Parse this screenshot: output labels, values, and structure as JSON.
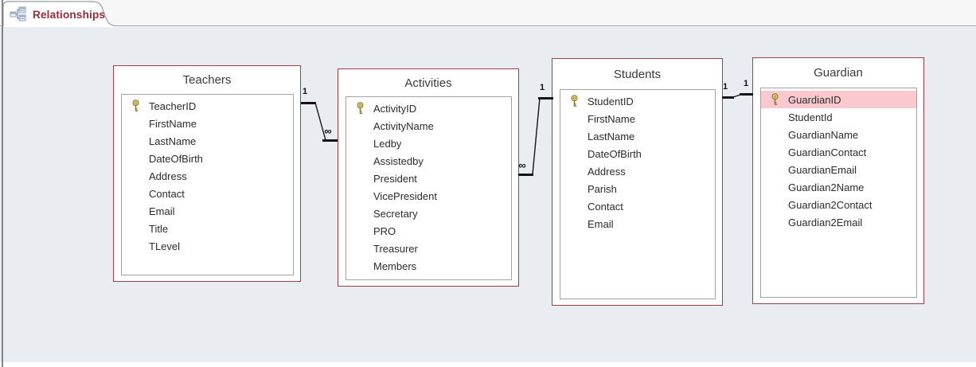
{
  "tab": {
    "title": "Relationships"
  },
  "tables": [
    {
      "name": "Teachers",
      "fields": [
        {
          "name": "TeacherID",
          "key": true
        },
        {
          "name": "FirstName"
        },
        {
          "name": "LastName"
        },
        {
          "name": "DateOfBirth"
        },
        {
          "name": "Address"
        },
        {
          "name": "Contact"
        },
        {
          "name": "Email"
        },
        {
          "name": "Title"
        },
        {
          "name": "TLevel"
        }
      ]
    },
    {
      "name": "Activities",
      "fields": [
        {
          "name": "ActivityID",
          "key": true
        },
        {
          "name": "ActivityName"
        },
        {
          "name": "Ledby"
        },
        {
          "name": "Assistedby"
        },
        {
          "name": "President"
        },
        {
          "name": "VicePresident"
        },
        {
          "name": "Secretary"
        },
        {
          "name": "PRO"
        },
        {
          "name": "Treasurer"
        },
        {
          "name": "Members"
        }
      ]
    },
    {
      "name": "Students",
      "fields": [
        {
          "name": "StudentID",
          "key": true
        },
        {
          "name": "FirstName"
        },
        {
          "name": "LastName"
        },
        {
          "name": "DateOfBirth"
        },
        {
          "name": "Address"
        },
        {
          "name": "Parish"
        },
        {
          "name": "Contact"
        },
        {
          "name": "Email"
        }
      ]
    },
    {
      "name": "Guardian",
      "fields": [
        {
          "name": "GuardianID",
          "key": true,
          "selected": true
        },
        {
          "name": "StudentId"
        },
        {
          "name": "GuardianName"
        },
        {
          "name": "GuardianContact"
        },
        {
          "name": "GuardianEmail"
        },
        {
          "name": "Guardian2Name"
        },
        {
          "name": "Guardian2Contact"
        },
        {
          "name": "Guardian2Email"
        }
      ]
    }
  ],
  "relationships": [
    {
      "from": "Teachers",
      "to": "Activities",
      "from_symbol": "1",
      "to_symbol": "∞"
    },
    {
      "from": "Students",
      "to": "Activities",
      "from_symbol": "1",
      "to_symbol": "∞"
    },
    {
      "from": "Students",
      "to": "Guardian",
      "from_symbol": "1",
      "to_symbol": "1"
    }
  ],
  "colors": {
    "background": "#e9edf1",
    "table_border": "#9c3f46",
    "inner_border": "#a2a2a2",
    "selected_row": "#f9c9cd",
    "tab_text": "#962b38",
    "key_gold": "#d9bc4f"
  }
}
